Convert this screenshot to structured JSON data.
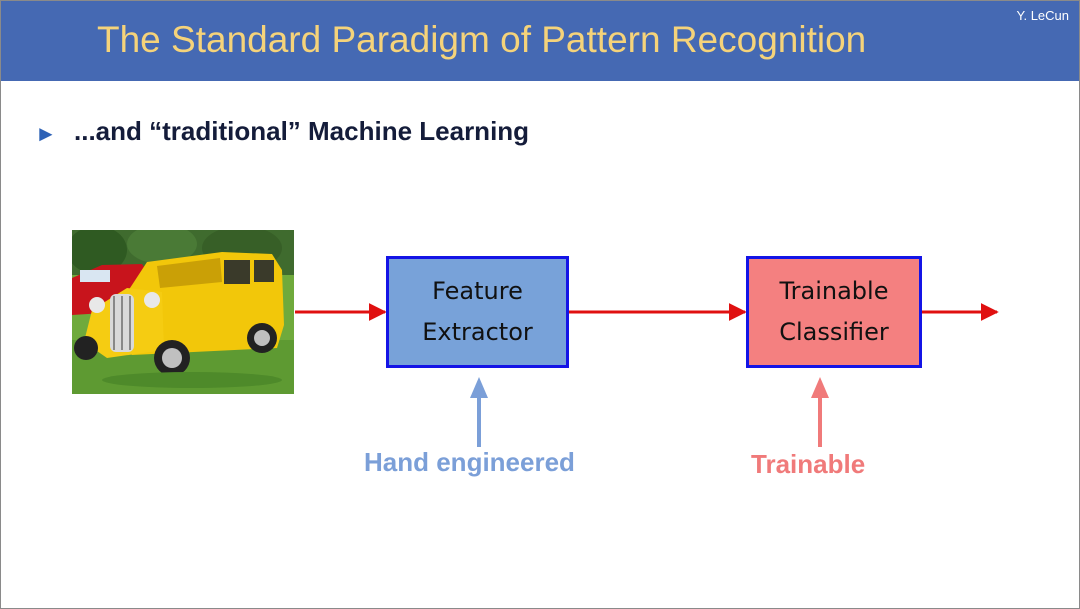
{
  "header": {
    "title": "The Standard Paradigm of Pattern Recognition",
    "author": "Y. LeCun",
    "background_color": "#4569b3",
    "title_color": "#f5d37a"
  },
  "bullet": {
    "icon": "triangle-bullet-icon",
    "text": "...and “traditional” Machine Learning"
  },
  "diagram": {
    "input_image": "car-photo",
    "boxes": [
      {
        "lines": [
          "Feature",
          "Extractor"
        ],
        "fill": "#78a2d9"
      },
      {
        "lines": [
          "Trainable",
          "Classifier"
        ],
        "fill": "#f48080"
      }
    ],
    "annotations": [
      {
        "text": "Hand engineered",
        "color": "#7b9fd8"
      },
      {
        "text": "Trainable",
        "color": "#f07a7a"
      }
    ],
    "connector_color": "#e01010",
    "border_color": "#1414e6"
  }
}
